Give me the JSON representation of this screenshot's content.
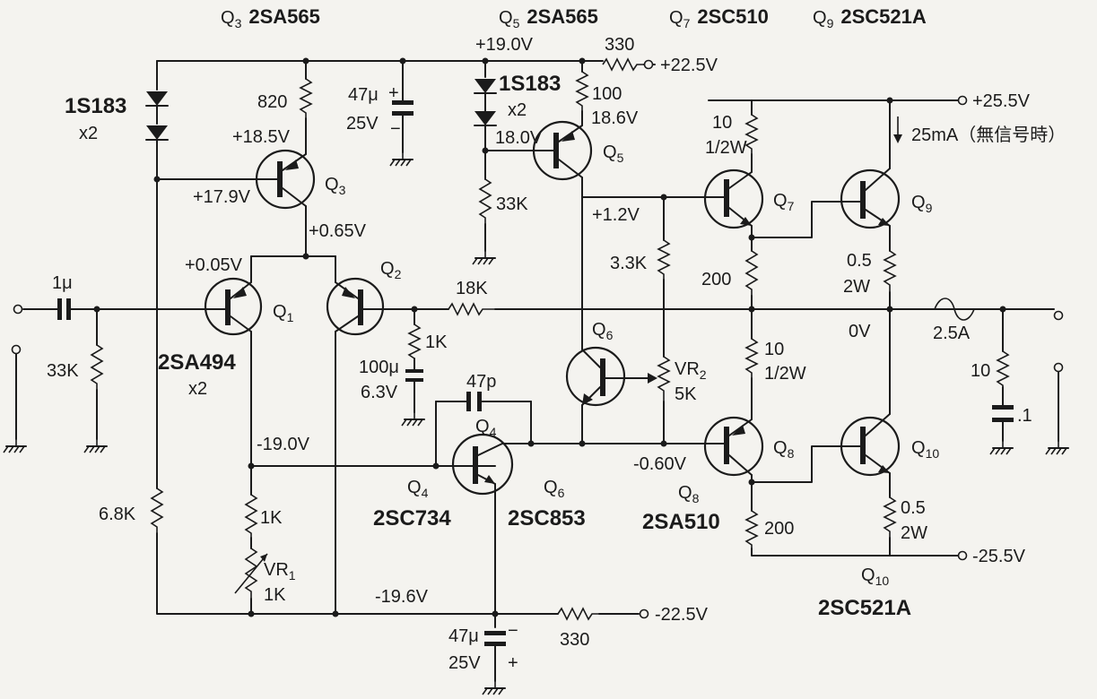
{
  "header": {
    "q3": {
      "ref": "Q",
      "idx": "3",
      "part": "2SA565"
    },
    "q5": {
      "ref": "Q",
      "idx": "5",
      "part": "2SA565"
    },
    "q7": {
      "ref": "Q",
      "idx": "7",
      "part": "2SC510"
    },
    "q9": {
      "ref": "Q",
      "idx": "9",
      "part": "2SC521A"
    }
  },
  "transistors": {
    "q1": {
      "ref": "Q",
      "idx": "1"
    },
    "q2": {
      "ref": "Q",
      "idx": "2"
    },
    "q3": {
      "ref": "Q",
      "idx": "3"
    },
    "q4": {
      "ref": "Q",
      "idx": "4"
    },
    "q5": {
      "ref": "Q",
      "idx": "5"
    },
    "q6": {
      "ref": "Q",
      "idx": "6"
    },
    "q7": {
      "ref": "Q",
      "idx": "7"
    },
    "q8": {
      "ref": "Q",
      "idx": "8"
    },
    "q9": {
      "ref": "Q",
      "idx": "9"
    },
    "q10": {
      "ref": "Q",
      "idx": "10"
    }
  },
  "part_labels": {
    "q1q2": "2SA494",
    "q1q2_qty": "x2",
    "q4": {
      "ref": "Q",
      "idx": "4",
      "part": "2SC734"
    },
    "q6": {
      "ref": "Q",
      "idx": "6",
      "part": "2SC853"
    },
    "q8": {
      "ref": "Q",
      "idx": "8",
      "part": "2SA510"
    },
    "q10": {
      "ref": "Q",
      "idx": "10",
      "part": "2SC521A"
    }
  },
  "diodes": {
    "d1": {
      "part": "1S183",
      "qty": "x2"
    },
    "d2": {
      "part": "1S183",
      "qty": "x2"
    }
  },
  "rails": {
    "pos_in": "+22.5V",
    "neg_in": "-22.5V",
    "pos_out": "+25.5V",
    "neg_out": "-25.5V"
  },
  "voltages": {
    "v190": "+19.0V",
    "v185": "+18.5V",
    "v179": "+17.9V",
    "v065": "+0.65V",
    "v005": "+0.05V",
    "v186": "18.6V",
    "v180": "18.0V",
    "v12": "+1.2V",
    "vneg190": "-19.0V",
    "vneg196": "-19.6V",
    "vneg060": "-0.60V",
    "v0": "0V"
  },
  "resistors": {
    "r820": "820",
    "r100": "100",
    "r330top": "330",
    "r33k_in": "33K",
    "r33k_q5": "33K",
    "r33k_mid": "3.3K",
    "r18k": "18K",
    "r1k_fb": "1K",
    "r68k": "6.8K",
    "r1k_bot": "1K",
    "r10_q7": "10",
    "r10_q7w": "1/2W",
    "r200_top": "200",
    "r10_q8": "10",
    "r10_q8w": "1/2W",
    "r200_bot": "200",
    "r05_top": "0.5",
    "r05_topw": "2W",
    "r05_bot": "0.5",
    "r05_botw": "2W",
    "r10_out": "10",
    "r330bot": "330"
  },
  "pots": {
    "vr1": {
      "ref": "VR",
      "idx": "1",
      "value": "1K"
    },
    "vr2": {
      "ref": "VR",
      "idx": "2",
      "value": "5K"
    }
  },
  "capacitors": {
    "c_in": "1μ",
    "c47_top_val": "47μ",
    "c47_top_v": "25V",
    "c100_val": "100μ",
    "c100_v": "6.3V",
    "c47p": "47p",
    "c47_bot_val": "47μ",
    "c47_bot_v": "25V",
    "c_out": ".1"
  },
  "fuse": "2.5A",
  "idle_current": "25mA（無信号時）"
}
